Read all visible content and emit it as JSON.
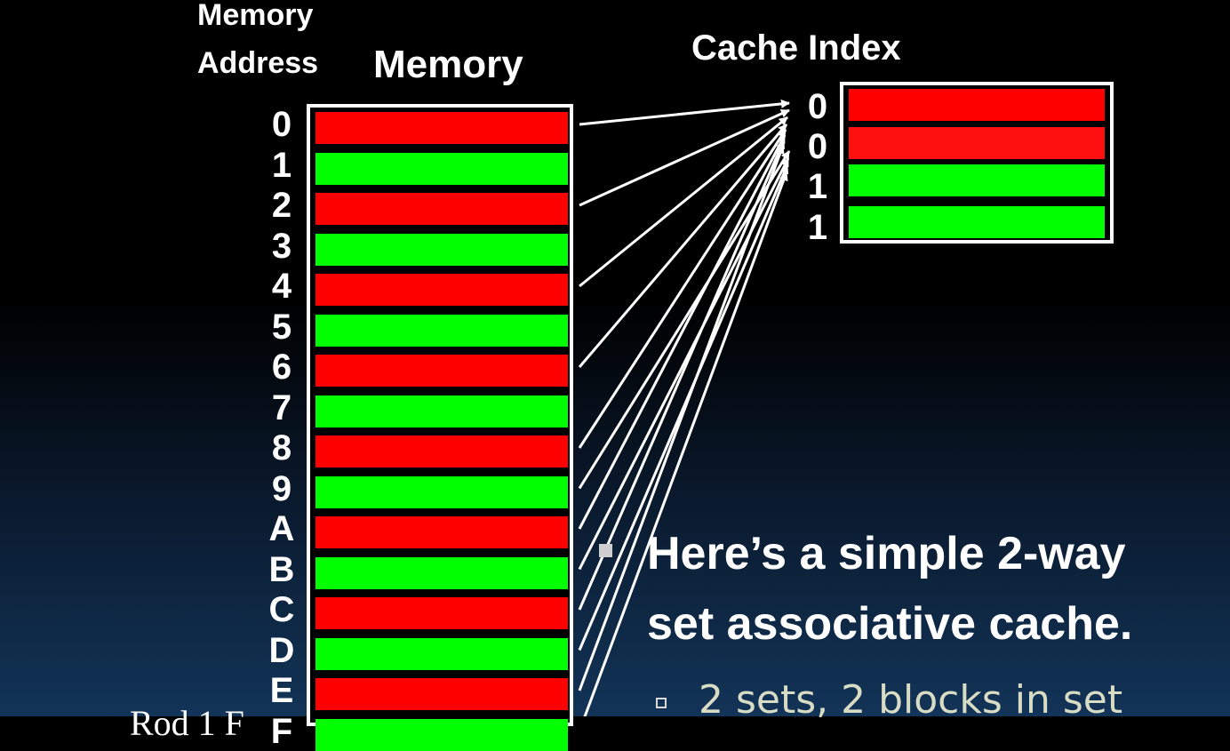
{
  "labels": {
    "memory_address_line1": "Memory",
    "memory_address_line2": "Address",
    "memory_title": "Memory",
    "cache_title": "Cache Index"
  },
  "memory": {
    "addresses": [
      "0",
      "1",
      "2",
      "3",
      "4",
      "5",
      "6",
      "7",
      "8",
      "9",
      "A",
      "B",
      "C",
      "D",
      "E",
      "F"
    ],
    "colors": [
      "#ff0000",
      "#00ff00",
      "#ff0000",
      "#00ff00",
      "#ff0000",
      "#00ff00",
      "#ff0000",
      "#00ff00",
      "#ff0000",
      "#00ff00",
      "#ff0000",
      "#00ff00",
      "#ff0000",
      "#00ff00",
      "#ff0000",
      "#00ff00"
    ]
  },
  "cache": {
    "indices": [
      "0",
      "0",
      "1",
      "1"
    ],
    "colors": [
      "#ff0000",
      "#ff1010",
      "#00ff00",
      "#00ff00"
    ]
  },
  "bullet": {
    "line1": "Here’s a simple 2-way",
    "line2": "set associative cache.",
    "sub": "2 sets, 2 blocks in set"
  },
  "footer": {
    "text": "Rod    1 F"
  },
  "colors": {
    "arrow": "#ffffff",
    "border": "#ffffff"
  }
}
